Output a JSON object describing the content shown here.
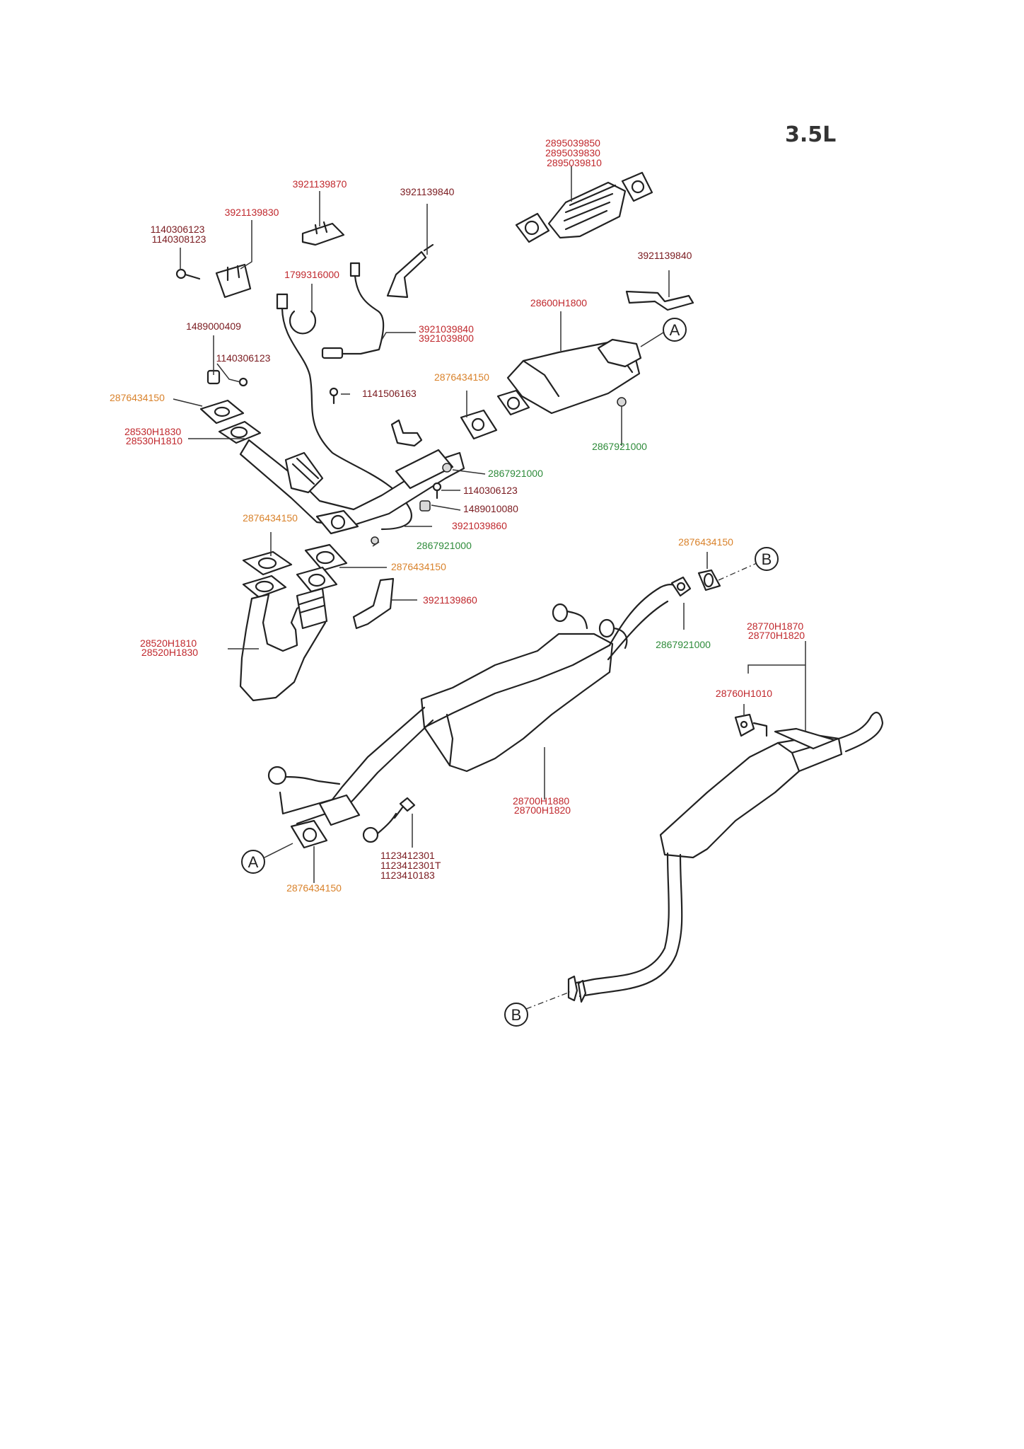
{
  "engine_label": "3.5L",
  "colors": {
    "red": "#c0282d",
    "orange": "#d9822b",
    "green": "#2e8b3a",
    "darkred": "#7a1a1f"
  },
  "ref_markers": {
    "a": "A",
    "b": "B"
  },
  "callouts": {
    "catconv": [
      "2895039850",
      "2895039830",
      "2895039810"
    ],
    "br870": [
      "3921139870"
    ],
    "br840a": [
      "3921139840"
    ],
    "br830": [
      "3921139830"
    ],
    "bolt_1140a": [
      "1140306123",
      "1140308123"
    ],
    "clip_1799": [
      "1799316000"
    ],
    "br840b": [
      "3921139840"
    ],
    "cat_28600": [
      "28600H1800"
    ],
    "o2_39210": [
      "3921039840",
      "3921039800"
    ],
    "clip_1489a": [
      "1489000409"
    ],
    "bolt_1140b": [
      "1140306123"
    ],
    "bolt_1141": [
      "1141506163"
    ],
    "gasket_a": [
      "2876434150"
    ],
    "gasket_b": [
      "2876434150"
    ],
    "nut_a": [
      "2867921000"
    ],
    "front_pipe": [
      "28530H1830",
      "28530H1810"
    ],
    "nut_b": [
      "2867921000"
    ],
    "bolt_1140c": [
      "1140306123"
    ],
    "clip_1489b": [
      "1489010080"
    ],
    "o2_860": [
      "3921039860"
    ],
    "gasket_c": [
      "2876434150"
    ],
    "nut_c": [
      "2867921000"
    ],
    "gasket_d": [
      "2876434150"
    ],
    "gasket_e": [
      "2876434150"
    ],
    "br860": [
      "3921139860"
    ],
    "nut_d": [
      "2867921000"
    ],
    "manifold": [
      "28520H1810",
      "28520H1830"
    ],
    "tail_muffler": [
      "28770H1870",
      "28770H1820"
    ],
    "hanger": [
      "28760H1010"
    ],
    "center_muffler": [
      "28700H1880",
      "28700H1820"
    ],
    "bolts_1123": [
      "1123412301",
      "1123412301T",
      "1123410183"
    ],
    "gasket_f": [
      "2876434150"
    ]
  }
}
